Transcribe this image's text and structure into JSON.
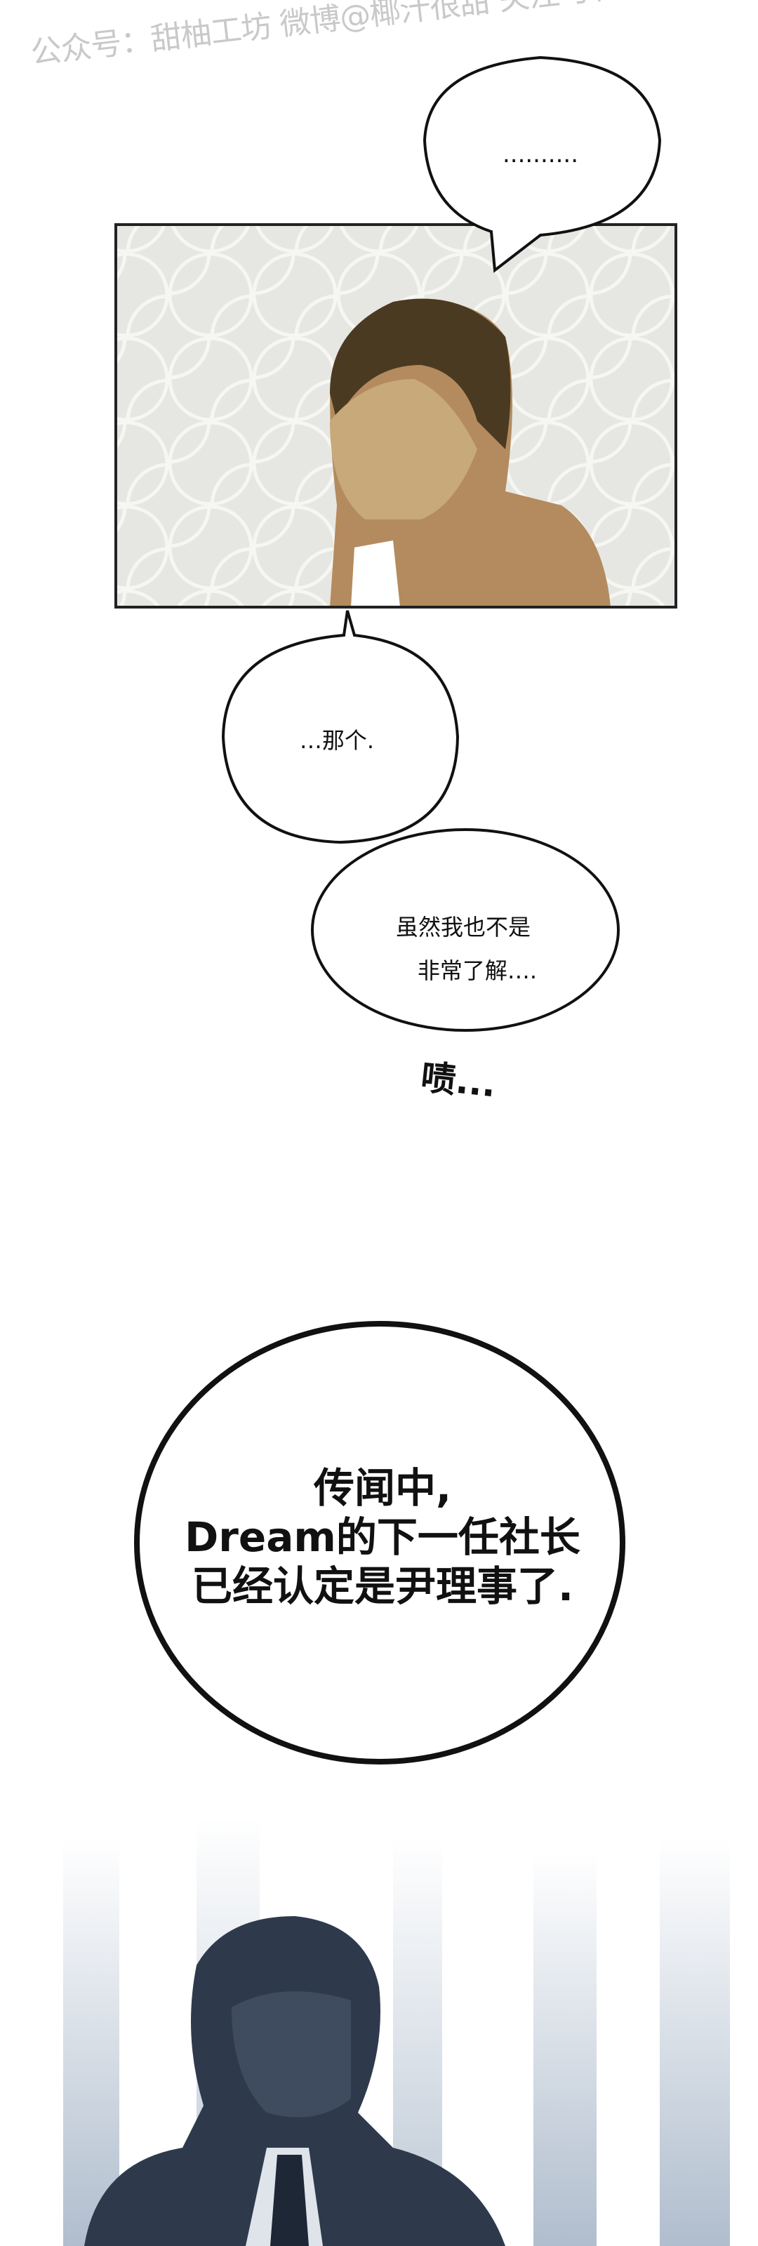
{
  "watermark": "公众号：甜柚工坊 微博@椰汁很甜 关注可看更多精彩全集 禁止搬运",
  "bubbles": [
    {
      "text": ".........."
    },
    {
      "text": "…那个."
    },
    {
      "lines": [
        "虽然我也不是",
        "非常了解…."
      ]
    },
    {
      "lines": [
        "传闻中,",
        "Dream的下一任社长",
        "已经认定是尹理事了."
      ]
    }
  ],
  "sfx": "啧...",
  "colors": {
    "panel_bg": "#e6e7e2",
    "bottom_panel": "#2e3a4c"
  }
}
